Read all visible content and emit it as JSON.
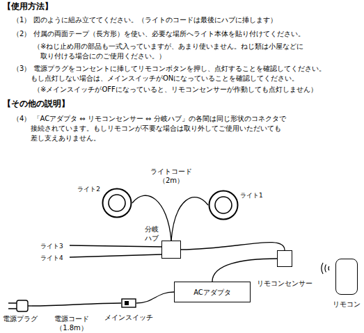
{
  "diagram": {
    "nodes": [
      {
        "text": [
          "ライト2"
        ]
      },
      {
        "text": [
          "ライト1"
        ]
      },
      {
        "text": [
          "分岐 ハブ"
        ]
      },
      {
        "text": [
          "リモコンセンサー"
        ]
      },
      {
        "text": [
          "リモコン"
        ]
      },
      {
        "text": [
          "ACアダプタ"
        ]
      },
      {
        "text": [
          "メインスイッチ"
        ]
      },
      {
        "text": [
          "電源プラグ"
        ]
      }
    ],
    "edges": [
      {
        "from": 0,
        "to": 2,
        "arrow": "none"
      },
      {
        "from": 1,
        "to": 2,
        "arrow": "none"
      },
      {
        "from": 2,
        "to": 3,
        "arrow": "none"
      },
      {
        "from": 3,
        "to": 5,
        "arrow": "none"
      },
      {
        "from": 5,
        "to": 6,
        "arrow": "none"
      },
      {
        "from": 6,
        "to": 7,
        "arrow": "none"
      }
    ],
    "labels": [
      "【使用方法】",
      "（1） 図のように組み立ててください。（ライトのコードは最後にハブに挿します）",
      "（2） 付属の両面テープ（長方形）を使い、必要な場所へライト本体を貼り付けてください。",
      "（※ねじ止め用の部品も一式入っていますが、あまり使いません。ねじ類は小屋などに 取り付ける場合にのご使用ください。）",
      "（3） 電源プラグをコンセントに挿してリモコンボタンを押し、点灯することを確認してください。 もし点灯しない場合は、メインスイッチがONになっていることを確認してください。",
      "（※メインスイッチがOFFになっていると、リモコンセンサーが作動しても点灯しません）",
      "【その他の説明】",
      "（4） 「ACアダプタ ⇔ リモコンセンサー ⇔ 分岐ハブ」の各間は同じ形状のコネクタで 接続されています。もしリモコンが不要な場合は取り外してご使用いただいても 差し支えありません。",
      "ライトコード （2m）",
      "ライト3",
      "ライト4",
      "電源コード （1.8m）"
    ]
  }
}
